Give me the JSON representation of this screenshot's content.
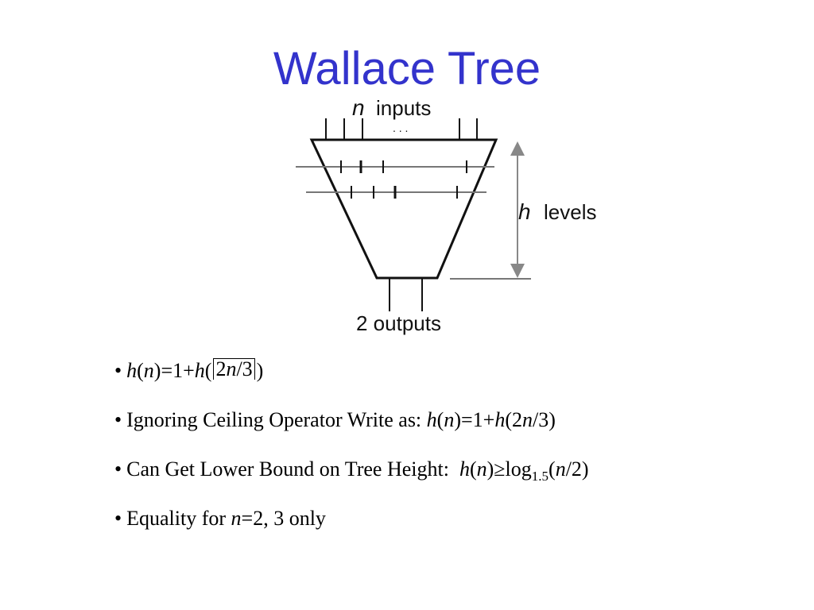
{
  "slide": {
    "title": "Wallace Tree"
  },
  "diagram": {
    "inputs_var": "n",
    "inputs_label": "inputs",
    "ellipsis": ". . .",
    "levels_var": "h",
    "levels_label": "levels",
    "outputs_label": "2 outputs"
  },
  "bullets": [
    {
      "dot": "•",
      "h": "h",
      "n": "n",
      "mid": ")=1+",
      "h2": "h",
      "open": "(",
      "c2": "2",
      "cn": "n",
      "c3": "/3",
      "close": ")"
    },
    {
      "dot": "•",
      "text": "Ignoring Ceiling Operator Write as: ",
      "h": "h",
      "n": "n",
      "mid": ")=1+",
      "h2": "h",
      "p2": "(2",
      "n2": "n",
      "end": "/3)"
    },
    {
      "dot": "•",
      "text": "Can Get Lower Bound on Tree Height:  ",
      "h": "h",
      "n": "n",
      "mid": ")≥log",
      "base": "1.5",
      "p2": "(",
      "n2": "n",
      "end": "/2)"
    },
    {
      "dot": "•",
      "text": "Equality for ",
      "n": "n",
      "end": "=2, 3 only"
    }
  ]
}
